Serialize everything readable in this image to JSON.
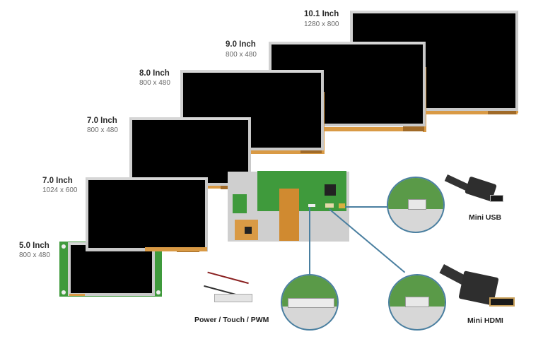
{
  "displays": [
    {
      "id": "10-1",
      "size": "10.1 Inch",
      "resolution": "1280 x 800"
    },
    {
      "id": "9-0",
      "size": "9.0 Inch",
      "resolution": "800 x 480"
    },
    {
      "id": "8-0",
      "size": "8.0 Inch",
      "resolution": "800 x 480"
    },
    {
      "id": "7-0a",
      "size": "7.0 Inch",
      "resolution": "800 x 480"
    },
    {
      "id": "7-0b",
      "size": "7.0 Inch",
      "resolution": "1024 x 600"
    },
    {
      "id": "5-0",
      "size": "5.0 Inch",
      "resolution": "800 x 480"
    }
  ],
  "ports": {
    "mini_usb": "Mini USB",
    "mini_hdmi": "Mini HDMI",
    "power": "Power / Touch / PWM"
  },
  "colors": {
    "panel_bezel": "#c9c9c9",
    "fpc": "#d99a45",
    "pcb": "#3f9a3c",
    "callout_line": "#4a7fa0"
  }
}
